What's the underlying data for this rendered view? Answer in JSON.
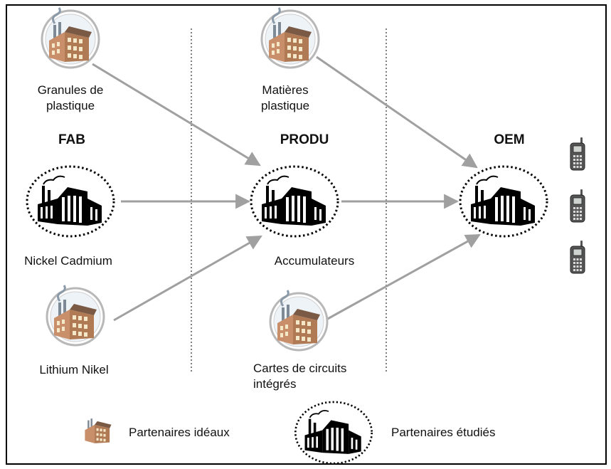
{
  "stages": {
    "fab": "FAB",
    "produ": "PRODU",
    "oem": "OEM"
  },
  "nodes": {
    "granules": {
      "line1": "Granules de",
      "line2": "plastique",
      "kind": "ideal"
    },
    "matieres": {
      "line1": "Matières",
      "line2": "plastique",
      "kind": "ideal"
    },
    "nickel": {
      "label": "Nickel Cadmium",
      "kind": "studied"
    },
    "accumulateurs": {
      "label": "Accumulateurs",
      "kind": "studied"
    },
    "oem": {
      "label": "",
      "kind": "studied"
    },
    "lithium": {
      "label": "Lithium Nikel",
      "kind": "ideal"
    },
    "cartes": {
      "line1": "Cartes de circuits",
      "line2": "intégrés",
      "kind": "ideal"
    }
  },
  "legend": {
    "ideal": "Partenaires idéaux",
    "studied": "Partenaires étudiés"
  },
  "icons": {
    "ideal": "colored-factory-icon",
    "studied": "black-white-factory-icon",
    "product": "mobile-phone-icon"
  },
  "colors": {
    "arrow": "#a0a0a0",
    "border": "#000000",
    "phone": "#555555"
  }
}
